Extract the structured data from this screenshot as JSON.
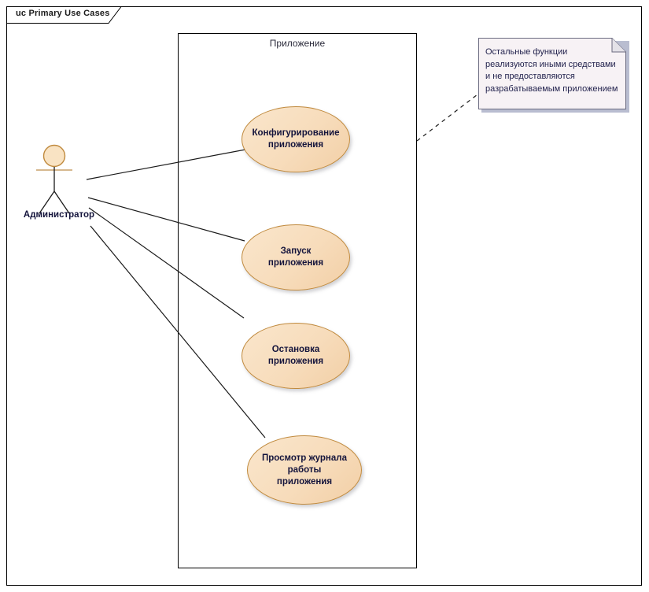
{
  "diagram": {
    "frame_title": "uc Primary Use Cases",
    "boundary_label": "Приложение",
    "colors": {
      "usecase_fill": "#f7dcbb",
      "usecase_border": "#c08a3e",
      "actor_fill": "#f9e3c3",
      "actor_border": "#c08a3e",
      "note_fill": "#f7f2f5",
      "note_border": "#6b6b80",
      "line": "#1a1a1a",
      "text": "#14143c"
    }
  },
  "actor": {
    "name": "Администратор",
    "icon": "stick-figure-actor-icon"
  },
  "use_cases": [
    {
      "id": "uc-configure",
      "label": "Конфигурирование приложения"
    },
    {
      "id": "uc-start",
      "label": "Запуск приложения"
    },
    {
      "id": "uc-stop",
      "label": "Остановка приложения"
    },
    {
      "id": "uc-viewlog",
      "label": "Просмотр журнала работы приложения"
    }
  ],
  "note": {
    "text": "Остальные функции реализуются иными средствами и не предоставляются разрабатываемым приложением"
  }
}
